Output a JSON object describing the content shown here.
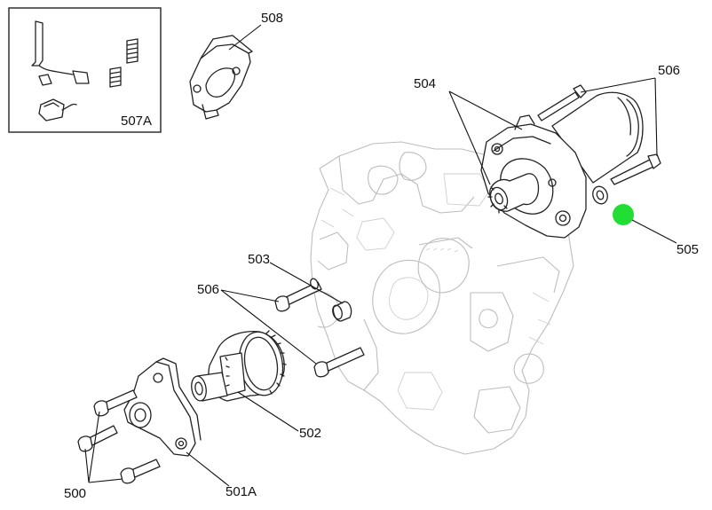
{
  "labels": {
    "l500": "500",
    "l501a": "501A",
    "l502": "502",
    "l503": "503",
    "l504": "504",
    "l505": "505",
    "l506_top": "506",
    "l506_left": "506",
    "l507a": "507A",
    "l508": "508"
  },
  "colors": {
    "highlight": "#22dd33",
    "ink": "#222222",
    "ghost": "#bdbdbd"
  }
}
